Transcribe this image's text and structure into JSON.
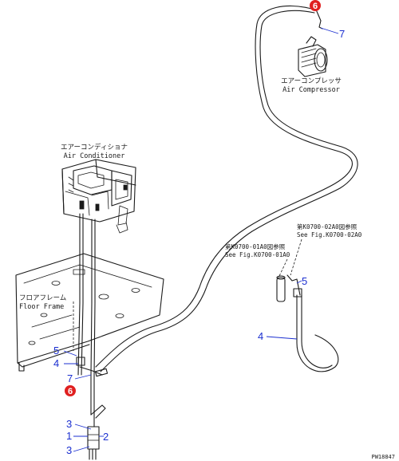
{
  "labels": {
    "air_compressor_jp": "エアーコンプレッサ",
    "air_compressor_en": "Air Compressor",
    "air_conditioner_jp": "エアーコンディショナ",
    "air_conditioner_en": "Air Conditioner",
    "floor_frame_jp": "フロアフレーム",
    "floor_frame_en": "Floor Frame",
    "ref1_jp": "第K0700-02A0図参照",
    "ref1_en": "See Fig.K0700-02A0",
    "ref2_jp": "第K0700-01A0図参照",
    "ref2_en": "See Fig.K0700-01A0",
    "drawing_code": "PW18847"
  },
  "callouts": {
    "c6_top": "6",
    "c7_top": "7",
    "c5_right": "5",
    "c4_right": "4",
    "c5_left": "5",
    "c4_left": "4",
    "c7_left": "7",
    "c6_left": "6",
    "c3_a": "3",
    "c1": "1",
    "c2": "2",
    "c3_b": "3"
  },
  "colors": {
    "callout_blue": "#1b2fd0",
    "callout_red": "#e02020",
    "line": "#1a1a1a"
  }
}
